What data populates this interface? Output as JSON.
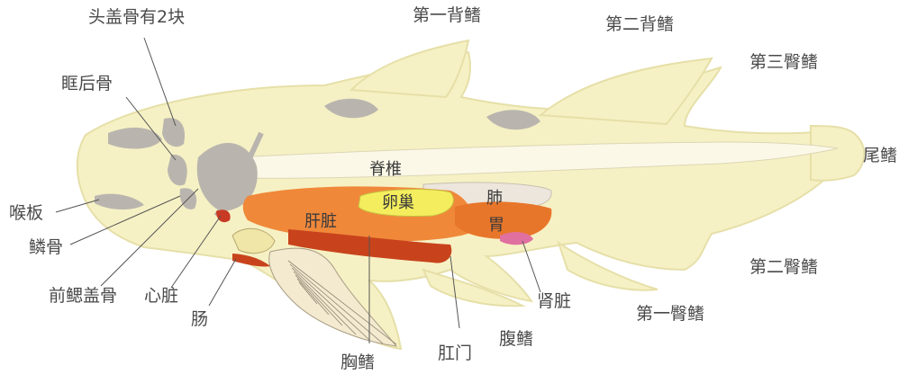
{
  "labels": {
    "skull_bones": "头盖骨有2块",
    "first_dorsal_fin": "第一背鳍",
    "second_dorsal_fin": "第二背鳍",
    "third_anal_fin": "第三臀鳍",
    "caudal_fin": "尾鳍",
    "postorbital": "眶后骨",
    "gill_plate": "喉板",
    "squamosal": "鳞骨",
    "preopercular": "前鳃盖骨",
    "heart": "心脏",
    "intestine": "肠",
    "pectoral_fin": "胸鳍",
    "anus": "肛门",
    "pelvic_fin": "腹鳍",
    "kidney": "肾脏",
    "first_anal_fin": "第一臀鳍",
    "second_anal_fin": "第二臀鳍",
    "spine": "脊椎",
    "ovary": "卵巢",
    "lung": "肺",
    "liver": "肝脏",
    "stomach": "胃"
  },
  "colors": {
    "body": "#f6f1c4",
    "outline": "#e6dfa8",
    "bone": "#b9b5ae",
    "liver": "#f0883a",
    "ovary": "#f4ee5e",
    "lung": "#ece6dc",
    "stomach": "#e8762a",
    "gut": "#c8431c",
    "kidney": "#e070a0",
    "heart": "#c83a24",
    "leader_line": "#555555"
  }
}
